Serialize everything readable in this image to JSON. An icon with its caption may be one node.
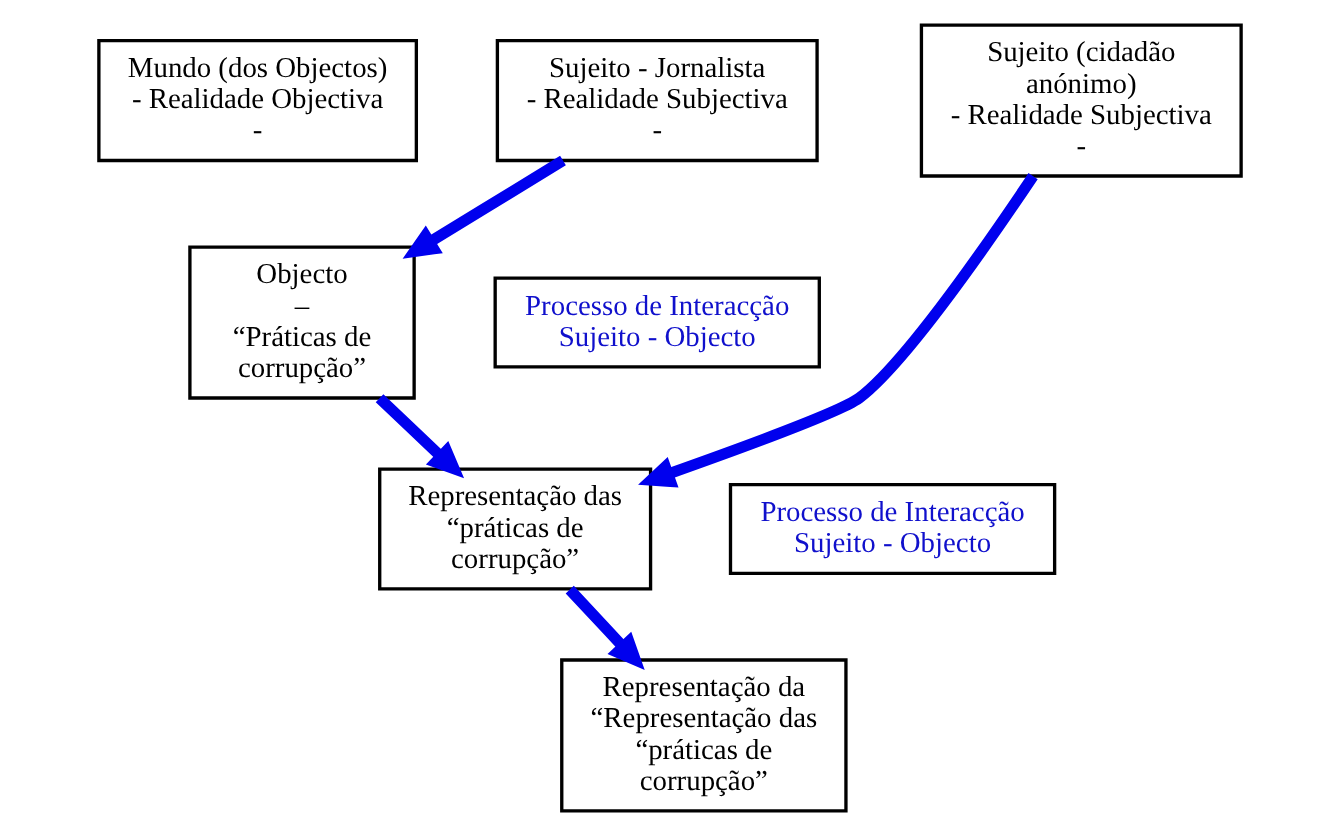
{
  "diagram": {
    "nodes": [
      {
        "text": [
          "Mundo (dos Objectos)",
          "- Realidade Objectiva -"
        ]
      },
      {
        "text": [
          "Sujeito - Jornalista",
          "- Realidade Subjectiva -"
        ]
      },
      {
        "text": [
          "Sujeito (cidadão anónimo)",
          "- Realidade Subjectiva -"
        ]
      },
      {
        "text": [
          "Objecto",
          "–",
          "“Práticas de corrupção”"
        ]
      },
      {
        "text": [
          "Processo de Interacção Sujeito - Objecto"
        ]
      },
      {
        "text": [
          "Representação das",
          "“práticas de corrupção”"
        ]
      },
      {
        "text": [
          "Processo de Interacção Sujeito - Objecto"
        ]
      },
      {
        "text": [
          "Representação da",
          "“Representação das “práticas de corrupção”"
        ]
      }
    ],
    "edges": [
      {
        "from": 1,
        "to": 3,
        "arrow": "to"
      },
      {
        "from": 3,
        "to": 5,
        "arrow": "to"
      },
      {
        "from": 2,
        "to": 5,
        "arrow": "to"
      },
      {
        "from": 5,
        "to": 7,
        "arrow": "to"
      }
    ]
  }
}
